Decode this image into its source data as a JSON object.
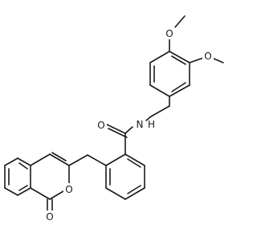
{
  "diagram": {
    "atom_labels": {
      "o_methoxy_top": "O",
      "o_methoxy_right": "O",
      "n_amide": "N",
      "h_amide": "H",
      "o_amide": "O",
      "o_ring": "O",
      "o_lactone": "O"
    },
    "colors": {
      "bond": "#1a1a1a",
      "label": "#1a1a1a",
      "background": "#ffffff"
    }
  }
}
